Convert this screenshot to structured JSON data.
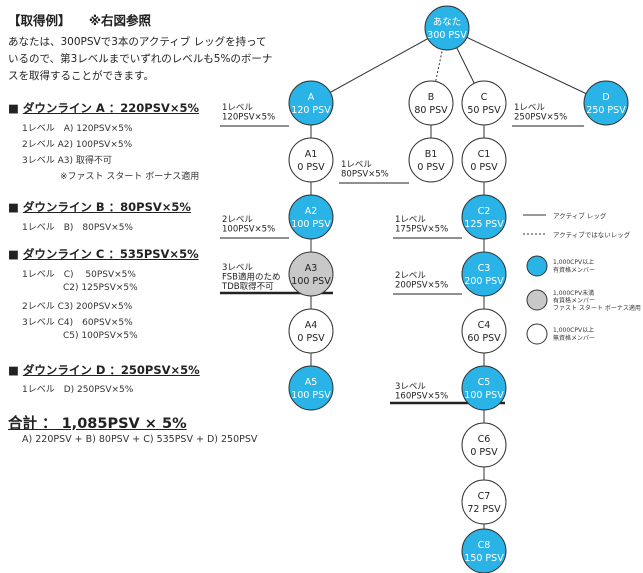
{
  "left": {
    "heading": "【取得例】",
    "heading_note": "※右図参照",
    "intro": "あなたは、300PSVで3本のアクティブ レッグを持っているので、第3レベルまでいずれのレベルも5%のボーナスを取得することができます。",
    "sections": [
      {
        "title": "ダウンライン A ：220PSV×5%",
        "items": [
          "1レベル　A) 120PSV×5%",
          "2レベル A2) 100PSV×5%",
          "3レベル A3) 取得不可",
          "※ファスト スタート ボーナス適用"
        ]
      },
      {
        "title": "ダウンライン B ：80PSV×5%",
        "items": [
          "1レベル　B)　80PSV×5%"
        ]
      },
      {
        "title": "ダウンライン C ：535PSV×5%",
        "items": [
          "1レベル　C)　 50PSV×5%",
          "C2) 125PSV×5%",
          "2レベル C3) 200PSV×5%",
          "3レベル C4)　60PSV×5%",
          "C5) 100PSV×5%"
        ]
      },
      {
        "title": "ダウンライン D ：250PSV×5%",
        "items": [
          "1レベル　D) 250PSV×5%"
        ]
      }
    ],
    "total": "合計 ： 1,085PSV × 5%",
    "formula": "A) 220PSV + B) 80PSV + C) 535PSV + D) 250PSV"
  },
  "colors": {
    "active": "#29b3e6",
    "inactive": "#c8c8c8",
    "plain": "#ffffff",
    "stroke": "#333333"
  },
  "nodes": [
    {
      "id": "root",
      "l1": "あなた",
      "l2": "300 PSV",
      "type": "active"
    },
    {
      "id": "A",
      "l1": "A",
      "l2": "120 PSV",
      "type": "active"
    },
    {
      "id": "B",
      "l1": "B",
      "l2": "80 PSV",
      "type": "plain"
    },
    {
      "id": "C",
      "l1": "C",
      "l2": "50 PSV",
      "type": "plain"
    },
    {
      "id": "D",
      "l1": "D",
      "l2": "250 PSV",
      "type": "active"
    },
    {
      "id": "A1",
      "l1": "A1",
      "l2": "0 PSV",
      "type": "plain"
    },
    {
      "id": "B1",
      "l1": "B1",
      "l2": "0 PSV",
      "type": "plain"
    },
    {
      "id": "C1",
      "l1": "C1",
      "l2": "0 PSV",
      "type": "plain"
    },
    {
      "id": "A2",
      "l1": "A2",
      "l2": "100 PSV",
      "type": "active"
    },
    {
      "id": "C2",
      "l1": "C2",
      "l2": "125 PSV",
      "type": "active"
    },
    {
      "id": "A3",
      "l1": "A3",
      "l2": "100 PSV",
      "type": "inactive"
    },
    {
      "id": "C3",
      "l1": "C3",
      "l2": "200 PSV",
      "type": "active"
    },
    {
      "id": "A4",
      "l1": "A4",
      "l2": "0 PSV",
      "type": "plain"
    },
    {
      "id": "C4",
      "l1": "C4",
      "l2": "60 PSV",
      "type": "plain"
    },
    {
      "id": "A5",
      "l1": "A5",
      "l2": "100 PSV",
      "type": "active"
    },
    {
      "id": "C5",
      "l1": "C5",
      "l2": "100 PSV",
      "type": "active"
    },
    {
      "id": "C6",
      "l1": "C6",
      "l2": "0 PSV",
      "type": "plain"
    },
    {
      "id": "C7",
      "l1": "C7",
      "l2": "72 PSV",
      "type": "plain"
    },
    {
      "id": "C8",
      "l1": "C8",
      "l2": "150 PSV",
      "type": "active"
    }
  ],
  "edges": [
    {
      "from": "root",
      "to": "A",
      "style": "solid"
    },
    {
      "from": "root",
      "to": "B",
      "style": "dotted"
    },
    {
      "from": "root",
      "to": "C",
      "style": "solid"
    },
    {
      "from": "root",
      "to": "D",
      "style": "solid"
    },
    {
      "from": "A",
      "to": "A1",
      "style": "solid"
    },
    {
      "from": "A1",
      "to": "A2",
      "style": "solid"
    },
    {
      "from": "A2",
      "to": "A3",
      "style": "solid"
    },
    {
      "from": "A3",
      "to": "A4",
      "style": "solid"
    },
    {
      "from": "A4",
      "to": "A5",
      "style": "solid"
    },
    {
      "from": "B",
      "to": "B1",
      "style": "solid"
    },
    {
      "from": "C",
      "to": "C1",
      "style": "solid"
    },
    {
      "from": "C1",
      "to": "C2",
      "style": "solid"
    },
    {
      "from": "C2",
      "to": "C3",
      "style": "solid"
    },
    {
      "from": "C3",
      "to": "C4",
      "style": "solid"
    },
    {
      "from": "C4",
      "to": "C5",
      "style": "solid"
    },
    {
      "from": "C5",
      "to": "C6",
      "style": "solid"
    },
    {
      "from": "C6",
      "to": "C7",
      "style": "solid"
    },
    {
      "from": "C7",
      "to": "C8",
      "style": "solid"
    }
  ],
  "annotations": [
    {
      "id": "ann-a",
      "l1": "1レベル",
      "l2": "120PSV×5%"
    },
    {
      "id": "ann-d",
      "l1": "1レベル",
      "l2": "250PSV×5%"
    },
    {
      "id": "ann-b1",
      "l1": "1レベル",
      "l2": "80PSV×5%"
    },
    {
      "id": "ann-a2",
      "l1": "2レベル",
      "l2": "100PSV×5%"
    },
    {
      "id": "ann-c2",
      "l1": "1レベル",
      "l2": "175PSV×5%"
    },
    {
      "id": "ann-a3",
      "l1": "3レベル",
      "l2": "FSB適用のため",
      "l3": "TDB取得不可"
    },
    {
      "id": "ann-c3",
      "l1": "2レベル",
      "l2": "200PSV×5%"
    },
    {
      "id": "ann-c5",
      "l1": "3レベル",
      "l2": "160PSV×5%"
    }
  ],
  "legend": {
    "active_leg": "アクティブ レッグ",
    "inactive_leg": "アクティブではないレッグ",
    "active_member": [
      "1,000CPV以上",
      "有資格メンバー"
    ],
    "fsb_member": [
      "1,000CPV未満",
      "有資格メンバー",
      "ファスト スタート ボーナス適用"
    ],
    "plain_member": [
      "1,000CPV以上",
      "無資格メンバー"
    ]
  }
}
